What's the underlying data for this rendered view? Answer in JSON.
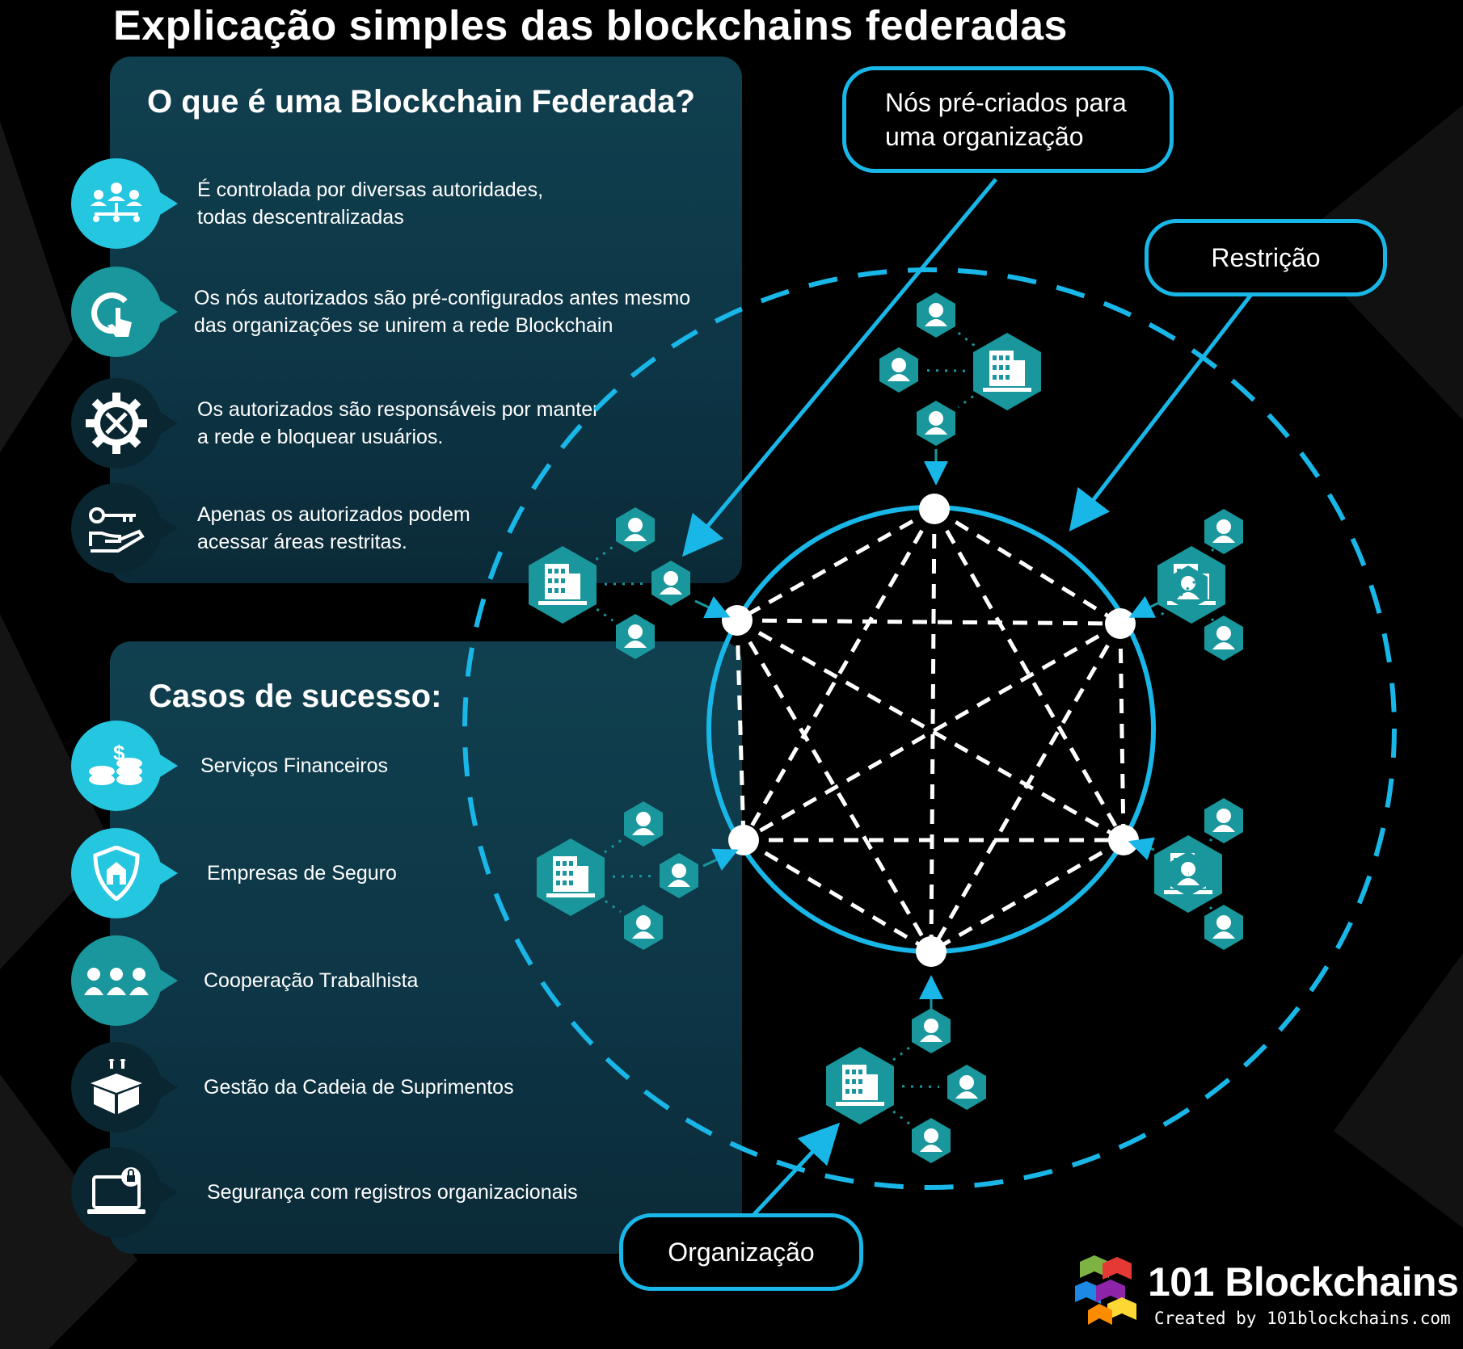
{
  "title": "Explicação simples das blockchains federadas",
  "what_is": {
    "heading": "O que é uma Blockchain Federada?",
    "items": [
      {
        "icon": "people-network-icon",
        "text": "É controlada por diversas autoridades, todas descentralizadas"
      },
      {
        "icon": "touch-click-icon",
        "text": "Os nós autorizados são pré-configurados antes mesmo das organizações se unirem a rede Blockchain"
      },
      {
        "icon": "gear-tools-icon",
        "text": "Os autorizados são responsáveis por manter a rede e bloquear usuários."
      },
      {
        "icon": "key-hand-icon",
        "text": "Apenas os autorizados podem acessar áreas restritas."
      }
    ]
  },
  "success_cases": {
    "heading": "Casos de sucesso:",
    "items": [
      {
        "icon": "coins-dollar-icon",
        "text": "Serviços Financeiros"
      },
      {
        "icon": "shield-house-icon",
        "text": "Empresas de Seguro"
      },
      {
        "icon": "workers-icon",
        "text": "Cooperação Trabalhista"
      },
      {
        "icon": "box-icon",
        "text": "Gestão da Cadeia de Suprimentos"
      },
      {
        "icon": "laptop-lock-icon",
        "text": "Segurança com registros organizacionais"
      }
    ]
  },
  "callouts": {
    "precreated": "Nós pré-criados para uma organização",
    "restriction": "Restrição",
    "organization": "Organização"
  },
  "brand": {
    "name": "101 Blockchains",
    "credit": "Created by 101blockchains.com"
  },
  "colors": {
    "accent": "#19b6e8",
    "teal": "#19979c",
    "cyan_icon": "#22c6dc",
    "panel": "#0e3a4a"
  }
}
